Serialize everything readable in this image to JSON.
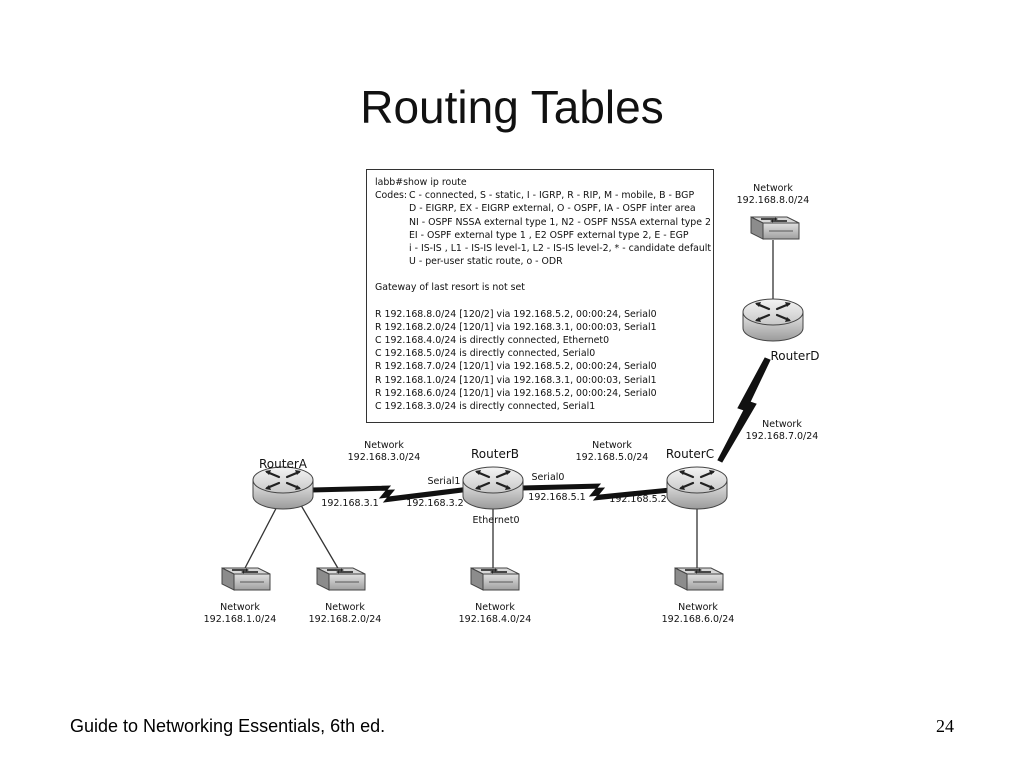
{
  "slide": {
    "title": "Routing Tables",
    "footer_text": "Guide to Networking Essentials, 6th ed.",
    "page_number": "24"
  },
  "route_output": {
    "command": "labb#show ip route",
    "codes_label": "Codes:",
    "codes": [
      "C - connected, S - static, I - IGRP, R - RIP, M - mobile, B - BGP",
      "D - EIGRP, EX - EIGRP external, O - OSPF, IA - OSPF inter area",
      "NI - OSPF NSSA external type 1, N2 - OSPF NSSA external type 2",
      "EI - OSPF external type 1 , E2 OSPF external type 2, E - EGP",
      "i - IS-IS , L1 - IS-IS level-1, L2 - IS-IS level-2, * - candidate default",
      "U - per-user static route, o - ODR"
    ],
    "gateway": "Gateway of last resort is not set",
    "routes": [
      "R 192.168.8.0/24 [120/2] via 192.168.5.2, 00:00:24, Serial0",
      "R 192.168.2.0/24 [120/1] via 192.168.3.1, 00:00:03, Serial1",
      "C 192.168.4.0/24 is directly connected, Ethernet0",
      "C 192.168.5.0/24 is directly connected, Serial0",
      "R 192.168.7.0/24 [120/1] via 192.168.5.2, 00:00:24, Serial0",
      "R 192.168.1.0/24 [120/1] via 192.168.3.1, 00:00:03, Serial1",
      "R 192.168.6.0/24 [120/1] via 192.168.5.2, 00:00:24, Serial0",
      "C 192.168.3.0/24 is directly connected, Serial1"
    ]
  },
  "routers": {
    "a": "RouterA",
    "b": "RouterB",
    "c": "RouterC",
    "d": "RouterD"
  },
  "network_word": "Network",
  "networks": {
    "n1": "192.168.1.0/24",
    "n2": "192.168.2.0/24",
    "n3": "192.168.3.0/24",
    "n4": "192.168.4.0/24",
    "n5": "192.168.5.0/24",
    "n6": "192.168.6.0/24",
    "n7": "192.168.7.0/24",
    "n8": "192.168.8.0/24"
  },
  "interfaces": {
    "a_ip": "192.168.3.1",
    "b_serial1": "Serial1",
    "b_ip_left": "192.168.3.2",
    "b_serial0": "Serial0",
    "b_ip_right": "192.168.5.1",
    "b_ethernet": "Ethernet0",
    "c_ip": "192.168.5.2"
  }
}
